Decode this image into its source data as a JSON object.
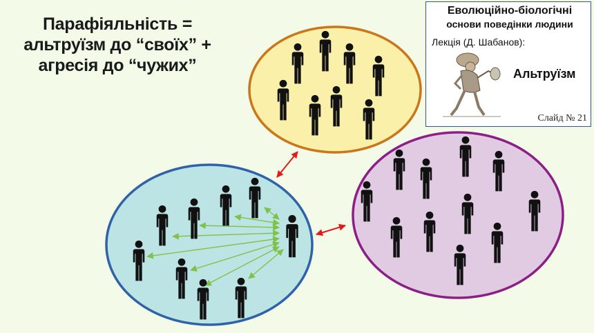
{
  "title": {
    "line1": "Парафіяльність =",
    "line2": "альтруїзм до “своїх” +",
    "line3": "агресія до “чужих”"
  },
  "info_box": {
    "course_title": "Еволюційно-біологічні",
    "course_subtitle": "основи поведінки людини",
    "lecture": "Лекція (Д. Шабанов):",
    "topic": "Альтруїзм",
    "slide_number": "Слайд № 21"
  },
  "colors": {
    "background": "#f3fbe8",
    "own_group_fill": "#bde4e4",
    "own_group_border": "#2f62a8",
    "top_group_fill": "#fbf0a9",
    "top_group_border": "#c9771a",
    "right_group_fill": "#e0cbe2",
    "right_group_border": "#8b1f86",
    "altruism_arrows": "#7fc24a",
    "aggression_arrows": "#e01b1b",
    "person": "#111111"
  },
  "icons": {
    "person": "person-icon",
    "arrow_altruism": "green-double-arrow",
    "arrow_aggression": "red-double-arrow",
    "illustration": "wanderer-figure"
  }
}
